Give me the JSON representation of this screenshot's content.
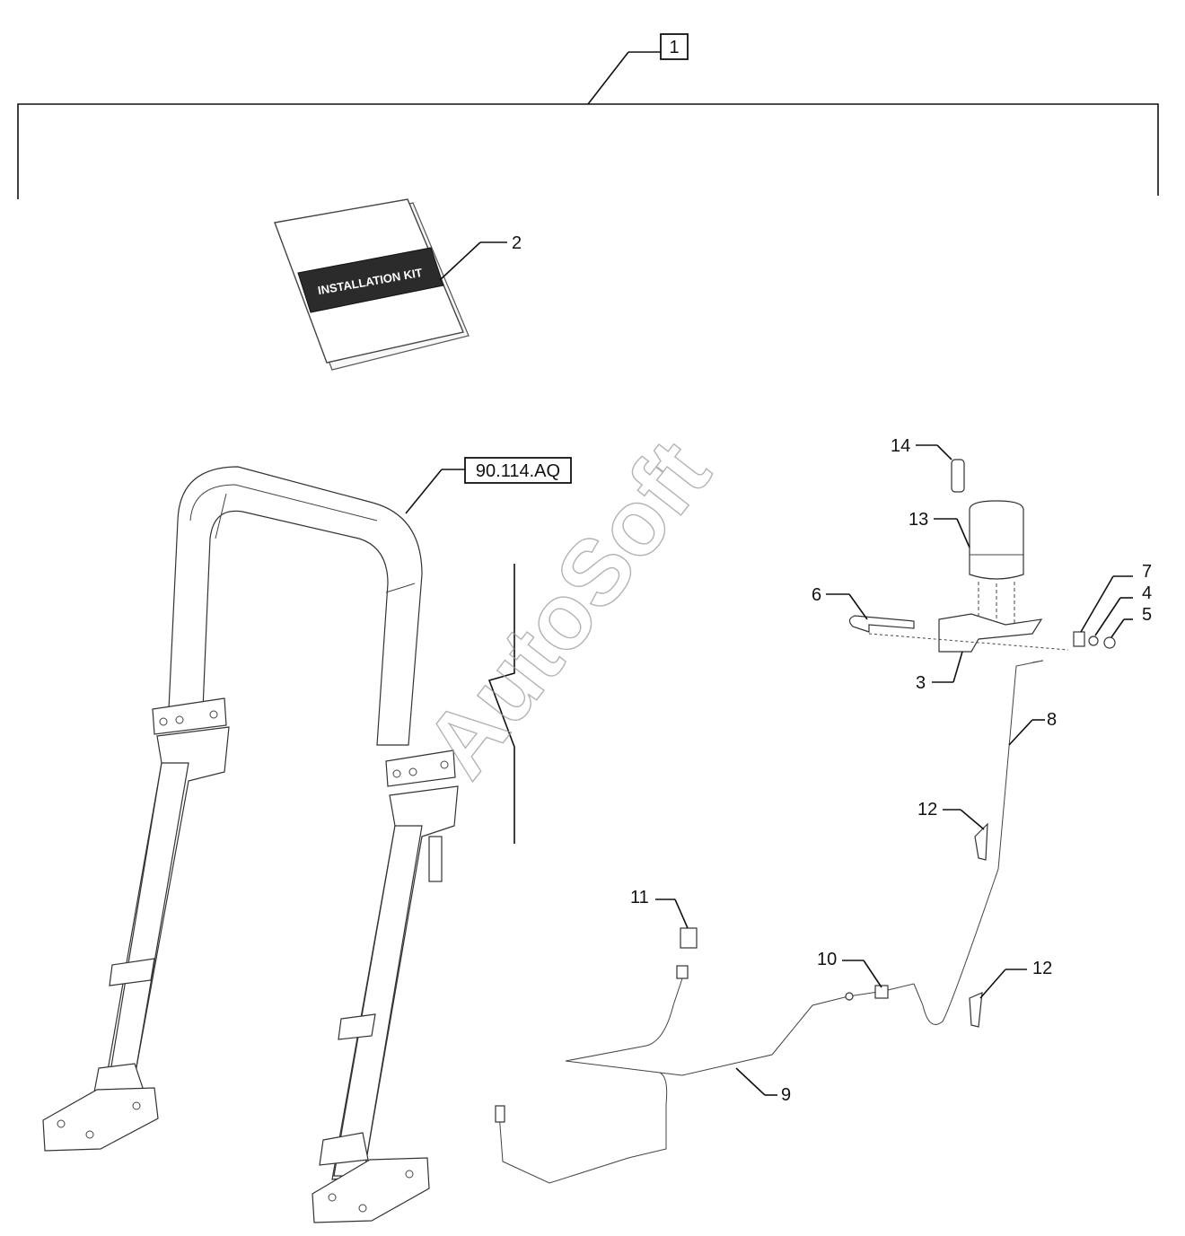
{
  "diagram": {
    "kit_callout": "1",
    "manual_label": "INSTALLATION KIT",
    "reference_label": "90.114.AQ",
    "watermark": "AutoSoft",
    "callouts": {
      "c2": "2",
      "c3": "3",
      "c4": "4",
      "c5": "5",
      "c6": "6",
      "c7": "7",
      "c8": "8",
      "c9": "9",
      "c10": "10",
      "c11": "11",
      "c12a": "12",
      "c12b": "12",
      "c13": "13",
      "c14": "14"
    }
  }
}
